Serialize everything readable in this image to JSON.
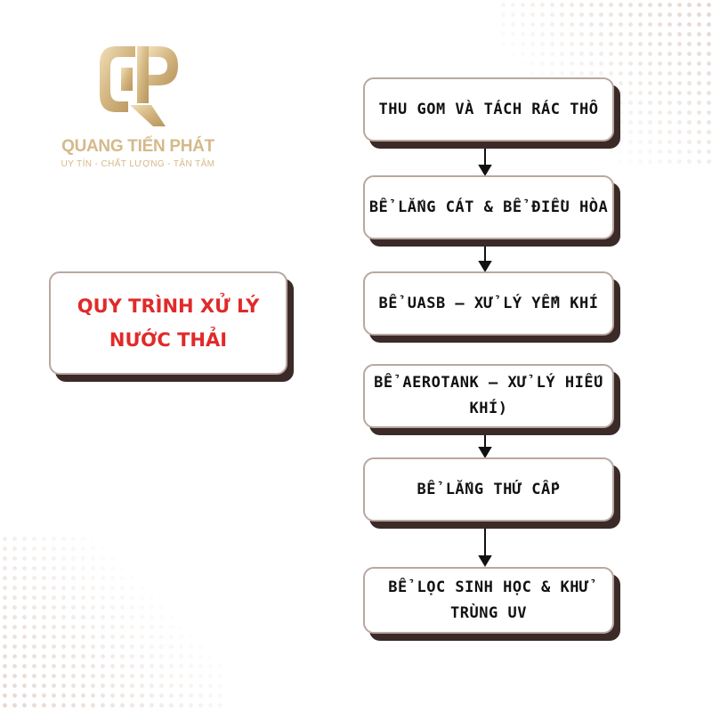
{
  "logo": {
    "monogram": "QP",
    "brand": "QUANG TIẾN PHÁT",
    "slogan": "UY TÍN - CHẤT LƯỢNG - TẬN TÂM",
    "color": "#d4b98a"
  },
  "title": "QUY TRÌNH XỬ LÝ NƯỚC THẢI",
  "colors": {
    "title": "#e02a2a",
    "step_text": "#111111",
    "box_shadow": "#3b2a27",
    "box_border": "#b8a8a0",
    "gold": "#d4b98a"
  },
  "steps": [
    "THU GOM VÀ TÁCH RÁC THÔ",
    "BỂ LẮNG CÁT & BỂ ĐIỀU HÒA",
    "BỂ UASB – XỬ LÝ YẾM KHÍ",
    "BỂ AEROTANK – XỬ LÝ HIẾU KHÍ)",
    "BỂ LẮNG THỨ CẤP",
    "BỂ LỌC SINH HỌC & KHỬ TRÙNG UV"
  ]
}
